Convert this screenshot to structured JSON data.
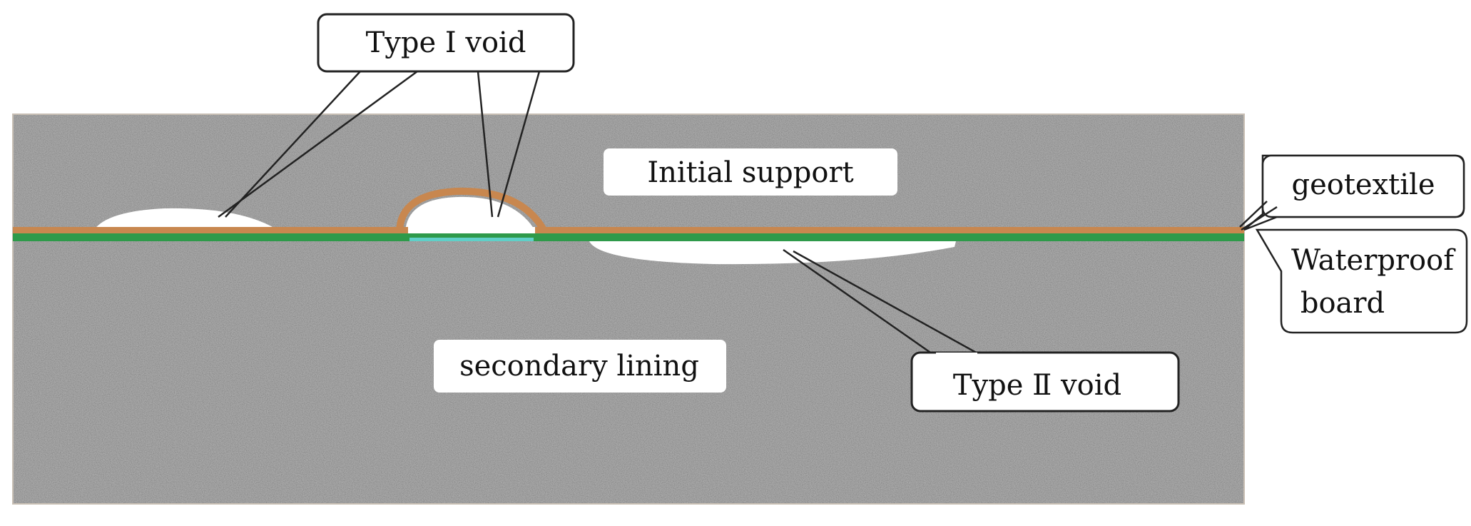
{
  "labels": {
    "type1_void": "Type I void",
    "initial_support": "Initial support",
    "geotextile": "geotextile",
    "waterproof_line1": "Waterproof",
    "waterproof_line2": "board",
    "secondary_lining": "secondary lining",
    "type2_void": "Type Ⅱ void"
  },
  "colors": {
    "concrete": "#a9a9a9",
    "geotextile": "#c8874f",
    "waterproof_board": "#2e9a4a",
    "void": "#ffffff",
    "callout_border": "#222222"
  }
}
